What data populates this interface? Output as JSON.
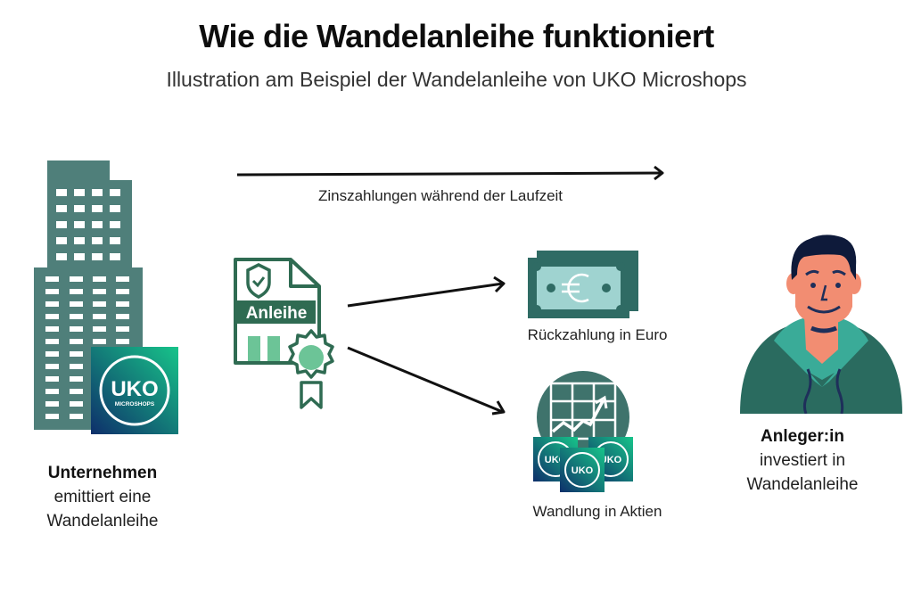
{
  "title": "Wie die Wandelanleihe funktioniert",
  "subtitle": "Illustration am Beispiel der Wandelanleihe von UKO Microshops",
  "company": {
    "heading": "Unternehmen",
    "line1": "emittiert eine",
    "line2": "Wandelanleihe",
    "logo_text": "UKO",
    "logo_subtext": "MICROSHOPS"
  },
  "interest_flow": {
    "label": "Zinszahlungen während der Laufzeit"
  },
  "bond": {
    "label": "Anleihe"
  },
  "outcomes": [
    {
      "label": "Rückzahlung in Euro",
      "icon": "euro-banknote-icon"
    },
    {
      "label": "Wandlung in Aktien",
      "icon": "stock-chart-shares-icon"
    }
  ],
  "investor": {
    "heading": "Anleger:in",
    "line1": "investiert in",
    "line2": "Wandelanleihe"
  },
  "colors": {
    "building": "#4f7f7a",
    "bond_green": "#2f6b52",
    "bond_light": "#6cc497",
    "banknote_dark": "#2f6b64",
    "banknote_light": "#9fd3d0",
    "logo_gradient_start": "#17c48a",
    "logo_gradient_end": "#0e2f6b",
    "skin": "#f28d72",
    "hoodie": "#2a6b5f",
    "hood_inner": "#3aab98",
    "hair": "#0e1a3a"
  }
}
